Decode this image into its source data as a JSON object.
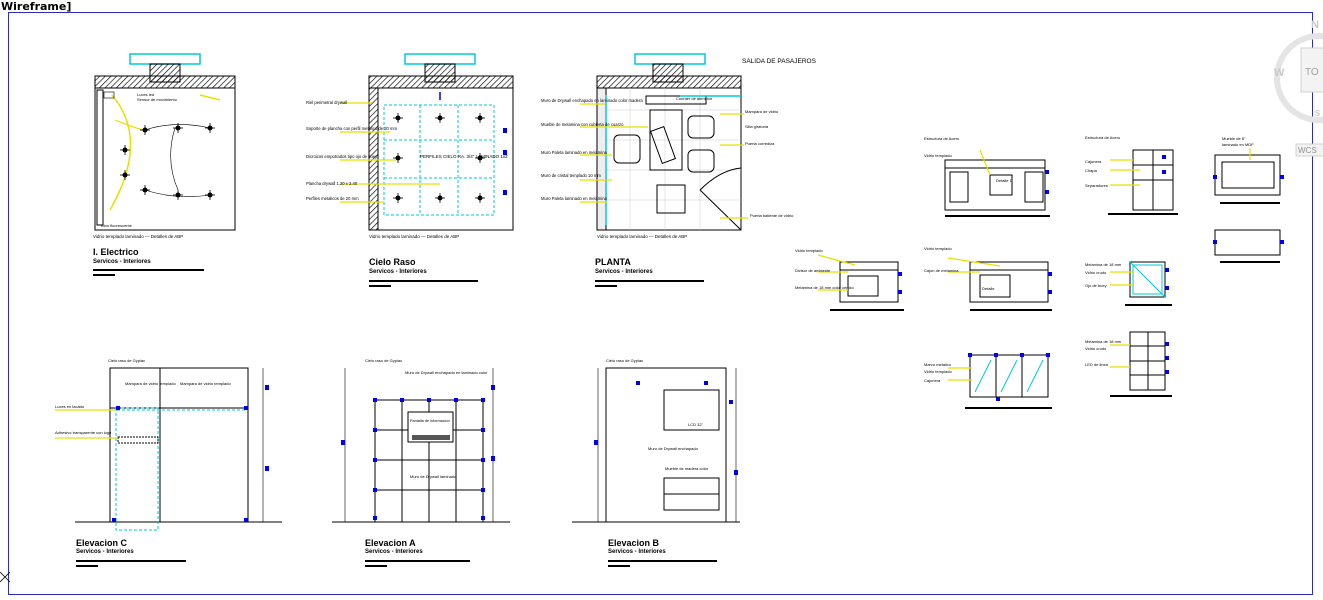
{
  "viewport": {
    "label": "Wireframe]"
  },
  "viewcube": {
    "face": "TO",
    "compass_w": "W",
    "compass_n": "N",
    "wcs": "WCS"
  },
  "colors": {
    "frame": "#2b2bbf",
    "yellow": "#e8e000",
    "cyan": "#00c8d8",
    "blue": "#0000ee",
    "line": "#000000"
  },
  "top_views": [
    {
      "title": "I. Electrico",
      "subtitle": "Servicos - Interiores",
      "note": "Vidrio templado laminado — Detalles de ABP",
      "labels": [
        "Luces led",
        "Sensor de movimiento",
        "Tubo fluorescente"
      ]
    },
    {
      "title": "Cielo Raso",
      "subtitle": "Servicos - Interiores",
      "note": "Vidrio templado laminado — Detalles de ABP",
      "center": "PERFILES CIELO RA. 3/4\" LAMINADO 1x2",
      "labels": [
        "Riel perimetral drywall",
        "Soporte de plancha con perfil metalico de 20 mm",
        "Dicroicos empotrados tipo ojo de buey",
        "Plancha drywall 1.20 x 2.40",
        "Perfiles metalicos de 20 mm"
      ]
    },
    {
      "title": "PLANTA",
      "subtitle": "Servicos - Interiores",
      "note": "Vidrio templado laminado — Detalles de ABP",
      "corner": "SALIDA DE PASAJEROS",
      "labels": [
        "Muro de Drywall enchapado en laminado color madera",
        "Mueble de melamina con cubierta de cuarzo",
        "Muro Paleta laminado en melamina",
        "Muro de cristal templado 10 mm",
        "Muro Paleta laminado en melamina",
        "Counter de atencion",
        "Mampara de vidrio",
        "Silla giratoria",
        "Puerta corrediza",
        "Puerta batiente de vidrio"
      ]
    }
  ],
  "elevations": [
    {
      "title": "Elevacion C",
      "subtitle": "Servicos - Interiores",
      "labels": [
        "Mampara de vidrio templado",
        "Luces en lacado",
        "Adhesivo transparente con logo",
        "Mampara de vidrio templado"
      ]
    },
    {
      "title": "Elevacion A",
      "subtitle": "Servicos - Interiores",
      "labels": [
        "Muro de Drywall enchapado en laminado color",
        "Pantalla de informacion",
        "Muro de Drywall laminado"
      ]
    },
    {
      "title": "Elevacion B",
      "subtitle": "Servicos - Interiores",
      "labels": [
        "Muro de Drywall enchapado",
        "Mueble de madera color",
        "LCD 32\""
      ]
    }
  ],
  "details": [
    {
      "labels": [
        "Estructura de Acero",
        "Vidrio templado",
        "Detalle 1"
      ]
    },
    {
      "labels": [
        "Estructura de Acero",
        "Cajonera",
        "Chapa",
        "Separadores"
      ]
    },
    {
      "labels": [
        "Mueble de 8\"",
        "laminado en MDF"
      ]
    },
    {
      "labels": [
        "Vidrio templado",
        "Divisor de ambiente",
        "Melamina de 18 mm color cenizo"
      ]
    },
    {
      "labels": [
        "Vidrio templado",
        "Cajon de melamina",
        "Detalle"
      ]
    },
    {
      "labels": [
        "Melamina de 18 mm",
        "Vidrio crudo",
        "Ojo de buey"
      ]
    },
    {
      "labels": [
        "Marco metalico",
        "Vidrio templado",
        "Cajonera"
      ]
    },
    {
      "labels": [
        "Melamina de 18 mm",
        "Vidrio crudo",
        "LED de linea"
      ]
    }
  ]
}
